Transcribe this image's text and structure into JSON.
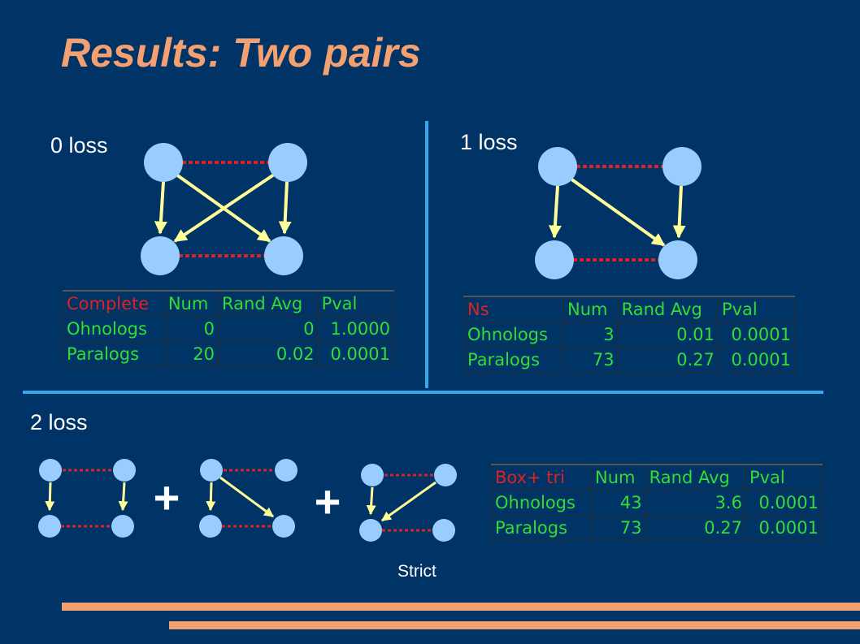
{
  "title": "Results: Two pairs",
  "sections": {
    "loss0": {
      "label": "0 loss"
    },
    "loss1": {
      "label": "1 loss"
    },
    "loss2": {
      "label": "2 loss"
    }
  },
  "plus_sign": "+",
  "strict_label": "Strict",
  "tables": {
    "loss0": {
      "header": [
        "Complete",
        "Num",
        "Rand Avg",
        "Pval"
      ],
      "rows": [
        [
          "Ohnologs",
          "0",
          "0",
          "1.0000"
        ],
        [
          "Paralogs",
          "20",
          "0.02",
          "0.0001"
        ]
      ]
    },
    "loss1": {
      "header": [
        "Ns",
        "Num",
        "Rand Avg",
        "Pval"
      ],
      "rows": [
        [
          "Ohnologs",
          "3",
          "0.01",
          "0.0001"
        ],
        [
          "Paralogs",
          "73",
          "0.27",
          "0.0001"
        ]
      ]
    },
    "loss2": {
      "header": [
        "Box+ tri",
        "Num",
        "Rand Avg",
        "Pval"
      ],
      "rows": [
        [
          "Ohnologs",
          "43",
          "3.6",
          "0.0001"
        ],
        [
          "Paralogs",
          "73",
          "0.27",
          "0.0001"
        ]
      ]
    }
  },
  "colors": {
    "background": "#003366",
    "title": "#F5A070",
    "node_fill": "#99CCFF",
    "arrow": "#FFFF99",
    "paralog_link": "#DD2222",
    "divider": "#33AAEE",
    "table_text": "#33DD33",
    "table_header_first": "#DD2222"
  }
}
